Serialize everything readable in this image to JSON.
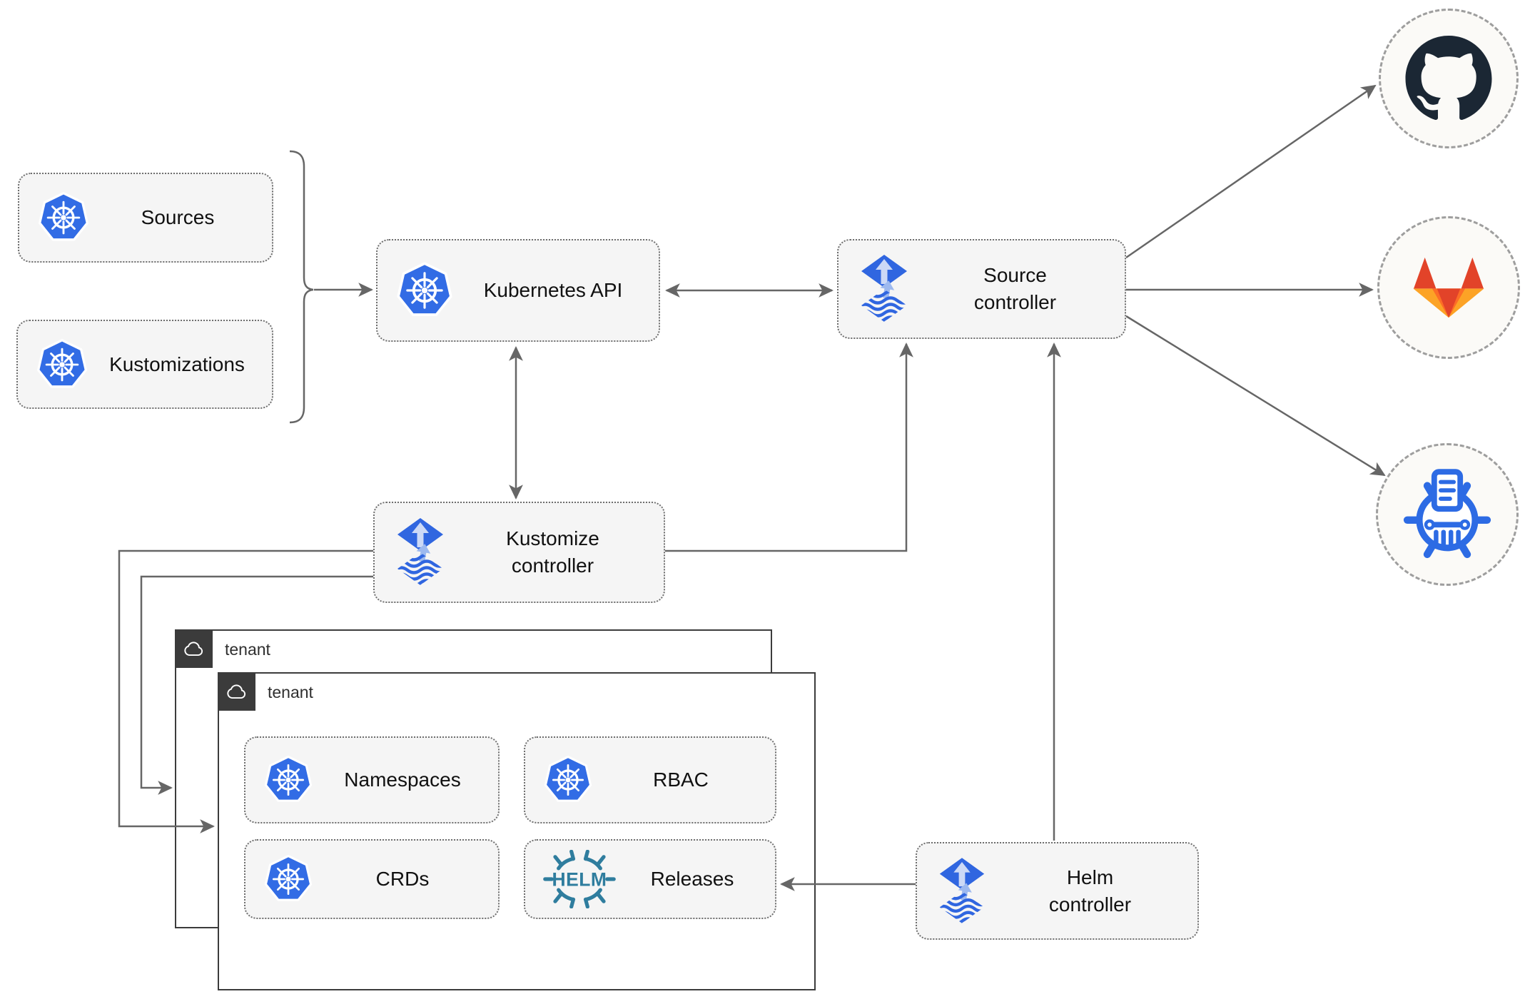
{
  "colors": {
    "kubernetes_blue": "#326ce5",
    "flux_blue": "#3066e0",
    "flux_light_blue": "#9db9ef",
    "helm_teal": "#2f7d9e",
    "github_dark": "#1b2734",
    "gitlab_red_orange": "#e24329",
    "gitlab_orange": "#fc6d26",
    "gitlab_yellow_orange": "#fca326",
    "storage_icon_blue": "#2d6be4",
    "connector_gray": "#666666",
    "node_fill": "#f5f5f5",
    "node_border": "#6e6e6e",
    "tenant_border": "#3c3c3c",
    "tenant_tab_bg": "#3b3b3b",
    "circle_fill": "#fbfaf7",
    "circle_border": "#9e9e9e"
  },
  "nodes": {
    "sources": {
      "label": "Sources",
      "icon": "kubernetes-icon"
    },
    "kustomizations": {
      "label": "Kustomizations",
      "icon": "kubernetes-icon"
    },
    "kubernetes_api": {
      "label": "Kubernetes API",
      "icon": "kubernetes-icon"
    },
    "source_controller": {
      "label": "Source\ncontroller",
      "icon": "flux-icon"
    },
    "kustomize_controller": {
      "label": "Kustomize\ncontroller",
      "icon": "flux-icon"
    },
    "helm_controller": {
      "label": "Helm\ncontroller",
      "icon": "flux-icon"
    },
    "namespaces": {
      "label": "Namespaces",
      "icon": "kubernetes-icon"
    },
    "rbac": {
      "label": "RBAC",
      "icon": "kubernetes-icon"
    },
    "crds": {
      "label": "CRDs",
      "icon": "kubernetes-icon"
    },
    "releases": {
      "label": "Releases",
      "icon": "helm-icon",
      "icon_text": "HELM"
    }
  },
  "groups": {
    "outer_tenant": {
      "label": "tenant",
      "icon": "cloud-icon"
    },
    "inner_tenant": {
      "label": "tenant",
      "icon": "cloud-icon"
    }
  },
  "endpoints": {
    "github": {
      "icon": "github-icon"
    },
    "gitlab": {
      "icon": "gitlab-icon"
    },
    "repository": {
      "icon": "kubernetes-storage-icon"
    }
  }
}
